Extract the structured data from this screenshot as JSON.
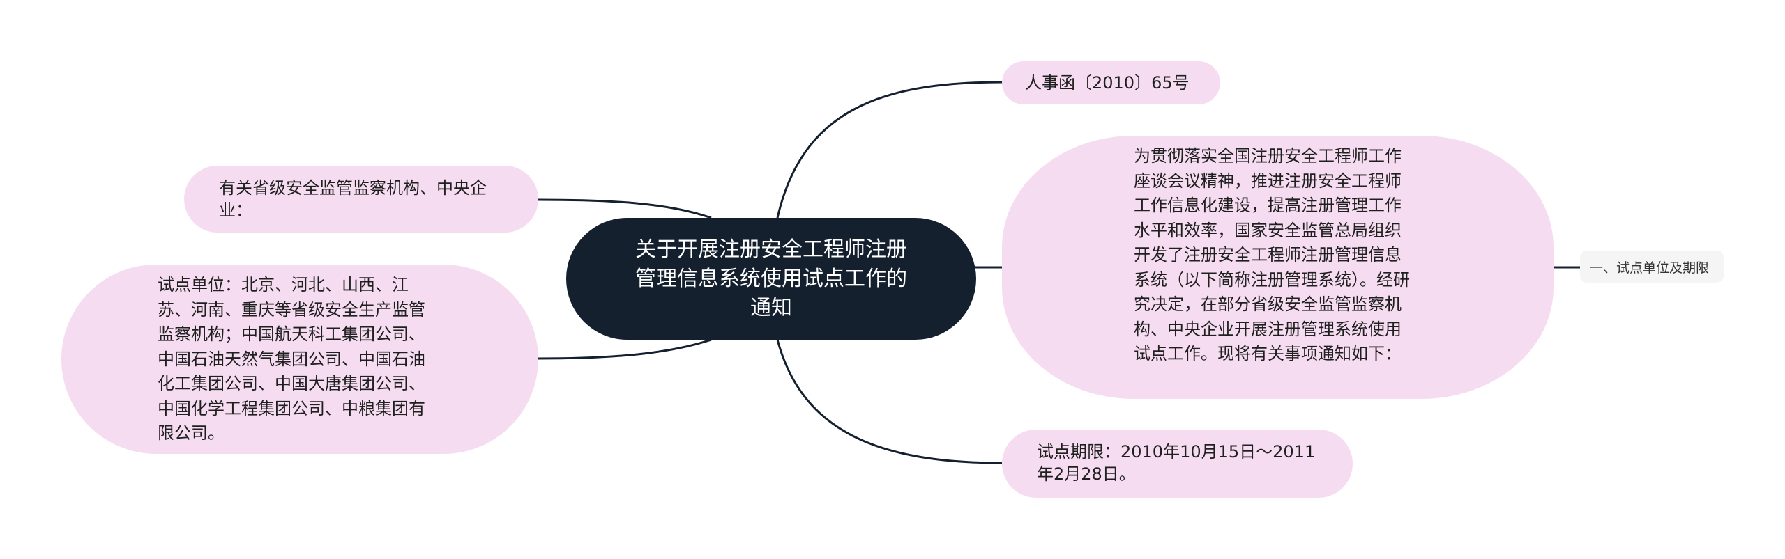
{
  "mindmap": {
    "central": {
      "title": "关于开展注册安全工程师注册管理信息系统使用试点工作的通知"
    },
    "right": [
      {
        "id": "doc-number",
        "text": "人事函〔2010〕65号"
      },
      {
        "id": "intro",
        "text": "为贯彻落实全国注册安全工程师工作座谈会议精神，推进注册安全工程师工作信息化建设，提高注册管理工作水平和效率，国家安全监管总局组织开发了注册安全工程师注册管理信息系统（以下简称注册管理系统）。经研究决定，在部分省级安全监管监察机构、中央企业开展注册管理系统使用试点工作。现将有关事项通知如下：",
        "child": {
          "id": "section-1",
          "text": "一、试点单位及期限"
        }
      },
      {
        "id": "period",
        "text": "试点期限：2010年10月15日～2011年2月28日。"
      }
    ],
    "left": [
      {
        "id": "addressees",
        "text": "有关省级安全监管监察机构、中央企业："
      },
      {
        "id": "pilot-units",
        "text": "试点单位：北京、河北、山西、江苏、河南、重庆等省级安全生产监管监察机构；中国航天科工集团公司、中国石油天然气集团公司、中国石油化工集团公司、中国大唐集团公司、中国化学工程集团公司、中粮集团有限公司。"
      }
    ]
  },
  "colors": {
    "central_bg": "#15202f",
    "leaf_bg": "#f5dcf0",
    "tag_bg": "#f5f5f5",
    "line": "#15202f"
  }
}
